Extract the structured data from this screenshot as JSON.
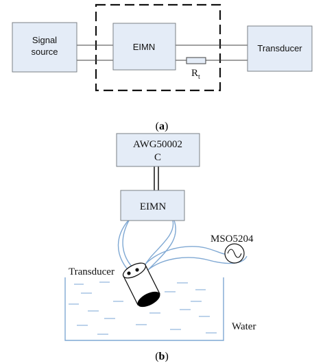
{
  "panel_a": {
    "caption": "(a)",
    "signal_source": [
      "Signal",
      "source"
    ],
    "eimn": "EIMN",
    "transducer": "Transducer",
    "resistor": {
      "main": "R",
      "sub": "t"
    }
  },
  "panel_b": {
    "caption": "(b)",
    "awg": [
      "AWG50002",
      "C"
    ],
    "eimn": "EIMN",
    "oscilloscope": "MSO5204",
    "transducer": "Transducer",
    "water": "Water"
  },
  "colors": {
    "box_fill": "#e4ecf7",
    "box_stroke": "#7a7f86",
    "line": "#404040",
    "cable": "#7fa8d3",
    "water_line": "#8fb4dc",
    "dashed": "#111111"
  }
}
